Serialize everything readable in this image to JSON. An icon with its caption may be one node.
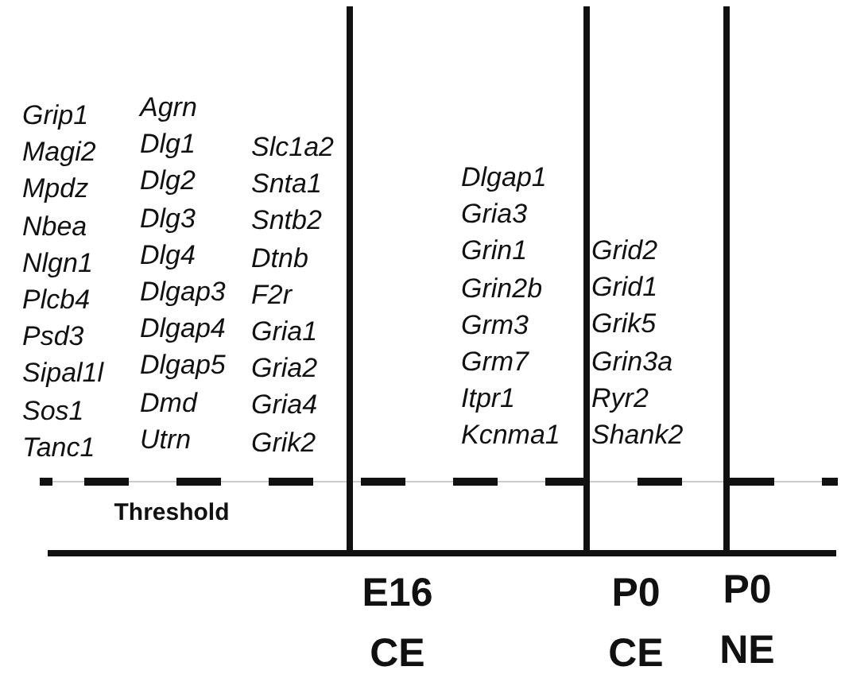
{
  "diagram": {
    "labels": [
      "Grip1",
      "Magi2",
      "Mpdz",
      "Nbea",
      "Nlgn1",
      "Plcb4",
      "Psd3",
      "Sipal1l",
      "Sos1",
      "Tanc1",
      "Agrn",
      "Dlg1",
      "Dlg2",
      "Dlg3",
      "Dlg4",
      "Dlgap3",
      "Dlgap4",
      "Dlgap5",
      "Dmd",
      "Utrn",
      "Slc1a2",
      "Snta1",
      "Sntb2",
      "Dtnb",
      "F2r",
      "Gria1",
      "Gria2",
      "Gria4",
      "Grik2",
      "Dlgap1",
      "Gria3",
      "Grin1",
      "Grin2b",
      "Grm3",
      "Grm7",
      "Itpr1",
      "Kcnma1",
      "Grid2",
      "Grid1",
      "Grik5",
      "Grin3a",
      "Ryr2",
      "Shank2",
      "Threshold",
      "E16",
      "CE",
      "P0",
      "CE",
      "P0",
      "NE"
    ]
  }
}
